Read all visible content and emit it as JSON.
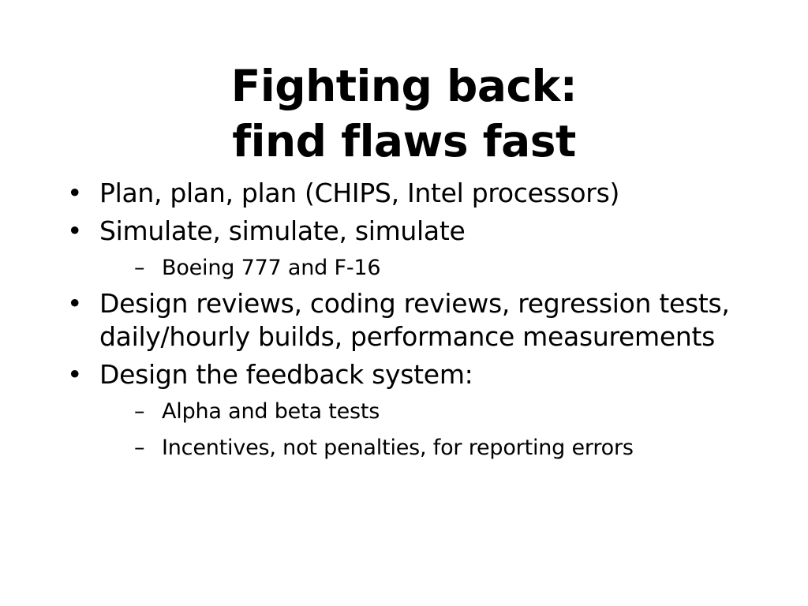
{
  "slide": {
    "title_line1": "Fighting back:",
    "title_line2": "find flaws fast",
    "bullet_marker": "•",
    "sub_marker": "–",
    "bullets": [
      {
        "text": "Plan, plan, plan  (CHIPS, Intel processors)"
      },
      {
        "text": "Simulate, simulate, simulate"
      },
      {
        "text": "Design reviews, coding reviews, regression tests, daily/hourly builds, performance measurements"
      },
      {
        "text": "Design the feedback system:"
      }
    ],
    "subs": [
      {
        "text": "Boeing 777 and F-16"
      },
      {
        "text": "Alpha and beta tests"
      },
      {
        "text": "Incentives, not penalties, for reporting errors"
      }
    ]
  }
}
